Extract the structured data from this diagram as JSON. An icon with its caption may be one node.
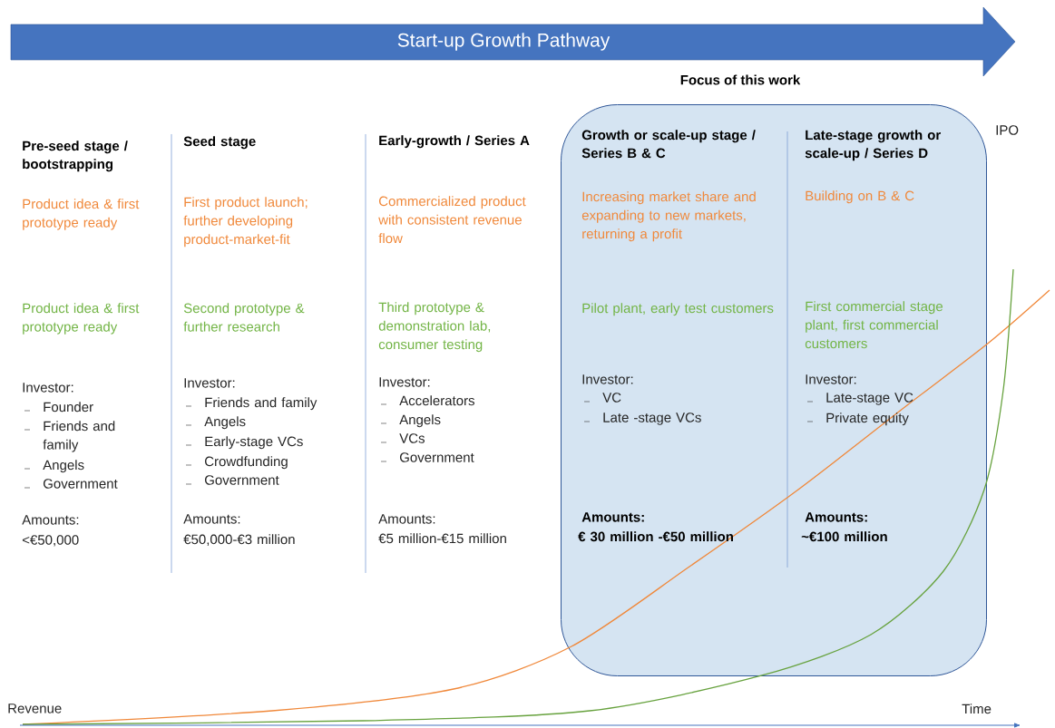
{
  "diagram": {
    "nodes": [
      {
        "text": [
          "Start-up Growth Pathway"
        ]
      },
      {
        "text": [
          "Focus of this work"
        ]
      }
    ],
    "labels": [
      "Pre-seed stage / bootstrapping",
      "Product idea & first prototype ready",
      "Product idea & first prototype ready",
      "Investor:",
      "Founder",
      "Friends and family",
      "Angels",
      "Government",
      "Amounts:",
      "<€50,000",
      "Seed stage",
      "First product launch; further developing product-market-fit",
      "Second prototype & further research",
      "Investor:",
      "Friends and family",
      "Angels",
      "Early-stage VCs",
      "Crowdfunding",
      "Government",
      "Amounts:",
      "€50,000-€3 million",
      "Early-growth / Series A",
      "Commercialized product with consistent revenue flow",
      "Third prototype & demonstration lab, consumer testing",
      "Investor:",
      "Accelerators",
      "Angels",
      "VCs",
      "Government",
      "Amounts:",
      "€5 million-€15 million",
      "Growth or scale-up stage / Series B & C",
      "Increasing market share and expanding to new markets, returning a profit",
      "Pilot plant, early test customers",
      "Investor:",
      "VC",
      "Late -stage VCs",
      "Amounts:",
      "€ 30 million -€50 million",
      "Late-stage growth or scale-up / Series D",
      "Building on B & C",
      "First commercial stage plant, first commercial customers",
      "Investor:",
      "Late-stage VC",
      "Private equity",
      "Amounts:",
      "~€100 million",
      "IPO",
      "Revenue",
      "Time"
    ]
  }
}
